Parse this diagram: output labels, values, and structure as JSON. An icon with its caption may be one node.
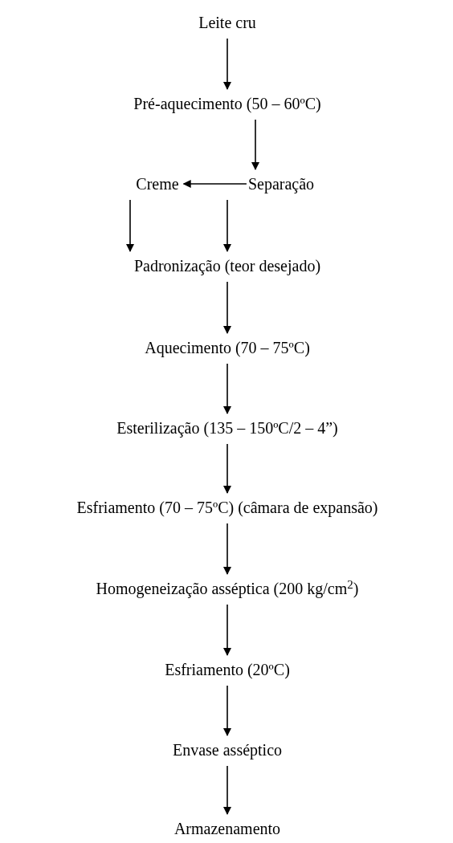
{
  "diagram": {
    "nodes": [
      {
        "text": [
          "Leite cru"
        ]
      },
      {
        "text": [
          "Pré-aquecimento (50 – 60ºC)"
        ]
      },
      {
        "text": [
          "Creme"
        ]
      },
      {
        "text": [
          "Separação"
        ]
      },
      {
        "text": [
          "Padronização (teor desejado)"
        ]
      },
      {
        "text": [
          "Aquecimento (70 – 75ºC)"
        ]
      },
      {
        "text": [
          "Esterilização (135 – 150ºC/2 – 4”)"
        ]
      },
      {
        "text": [
          "Esfriamento (70 – 75ºC) (câmara de expansão)"
        ]
      },
      {
        "text": [
          "Homogeneização asséptica (200 kg/cm$^{2}$)"
        ]
      },
      {
        "text": [
          "Esfriamento (20ºC)"
        ]
      },
      {
        "text": [
          "Envase asséptico"
        ]
      },
      {
        "text": [
          "Armazenamento"
        ]
      }
    ],
    "edges": [
      {
        "from": 0,
        "to": 1,
        "arrow": "to"
      },
      {
        "from": 1,
        "to": 3,
        "arrow": "to"
      },
      {
        "from": 3,
        "to": 2,
        "arrow": "to"
      },
      {
        "from": 2,
        "to": 4,
        "arrow": "to"
      },
      {
        "from": 3,
        "to": 4,
        "arrow": "to"
      },
      {
        "from": 4,
        "to": 5,
        "arrow": "to"
      },
      {
        "from": 5,
        "to": 6,
        "arrow": "to"
      },
      {
        "from": 6,
        "to": 7,
        "arrow": "to"
      },
      {
        "from": 7,
        "to": 8,
        "arrow": "to"
      },
      {
        "from": 8,
        "to": 9,
        "arrow": "to"
      },
      {
        "from": 9,
        "to": 10,
        "arrow": "to"
      },
      {
        "from": 10,
        "to": 11,
        "arrow": "to"
      }
    ]
  }
}
